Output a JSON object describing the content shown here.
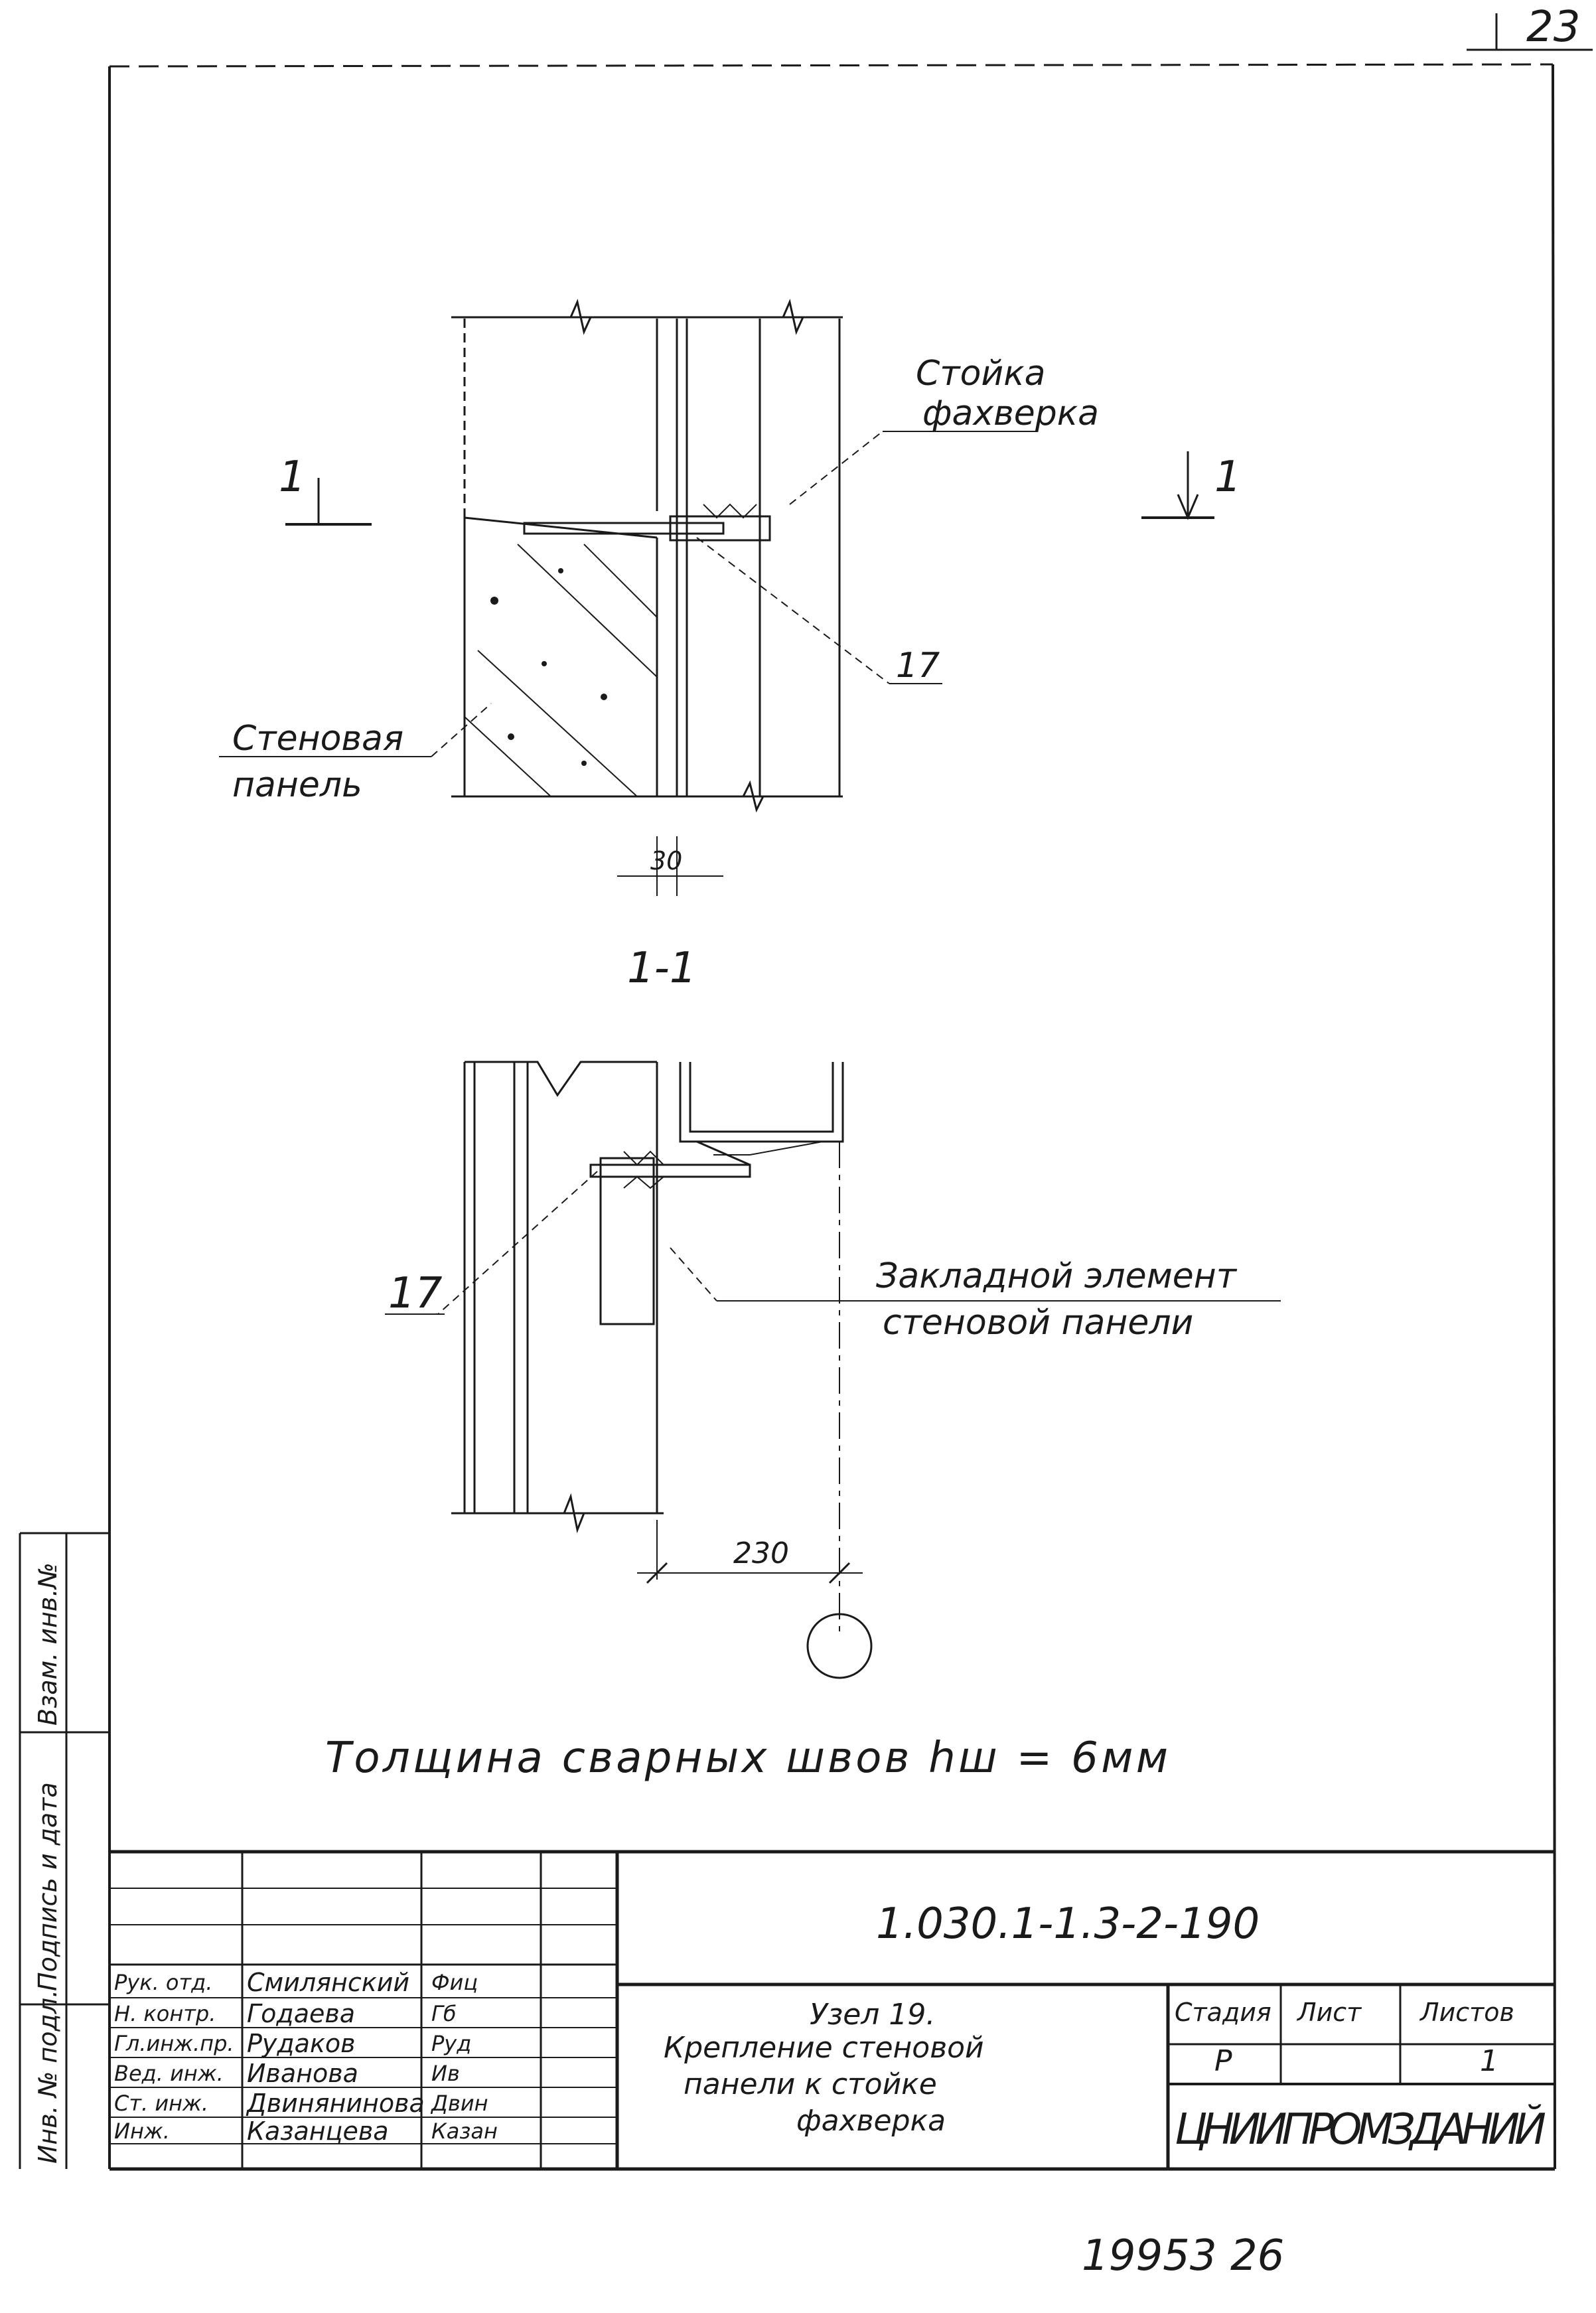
{
  "sheet_corner_number": "23",
  "detail": {
    "label_post": [
      "Стойка",
      "фахверка"
    ],
    "label_panel": [
      "Стеновая",
      "панель"
    ],
    "callout_17": "17",
    "section_mark": "1",
    "dim_30": "30",
    "section_title": "1-1"
  },
  "section": {
    "callout_17": "17",
    "label_embedded": [
      "Закладной элемент",
      "стеновой панели"
    ],
    "dim_230": "230"
  },
  "note": "Толщина сварных швов hш = 6мм",
  "side_stamp": {
    "col1": "Инв. № подл.",
    "col2": "Подпись и дата",
    "col3": "Взам. инв.№"
  },
  "title_block": {
    "designation": "1.030.1-1.3-2-190",
    "title_lines": [
      "Узел 19.",
      "Крепление стеновой",
      "панели к стойке",
      "фахверка"
    ],
    "stage_header": "Стадия",
    "sheet_header": "Лист",
    "sheets_header": "Листов",
    "stage_value": "Р",
    "sheets_value": "1",
    "organization": "ЦНИИПРОМЗДАНИЙ",
    "staff": [
      {
        "role": "Рук. отд.",
        "name": "Смилянский",
        "sign": "Фиц"
      },
      {
        "role": "Н. контр.",
        "name": "Годаева",
        "sign": "Гб"
      },
      {
        "role": "Гл.инж.пр.",
        "name": "Рудаков",
        "sign": "Руд"
      },
      {
        "role": "Вед. инж.",
        "name": "Иванова",
        "sign": "Ив"
      },
      {
        "role": "Ст. инж.",
        "name": "Двинянинова",
        "sign": "Двин"
      },
      {
        "role": "Инж.",
        "name": "Казанцева",
        "sign": "Казан"
      }
    ]
  },
  "footer_number": "19953 26"
}
